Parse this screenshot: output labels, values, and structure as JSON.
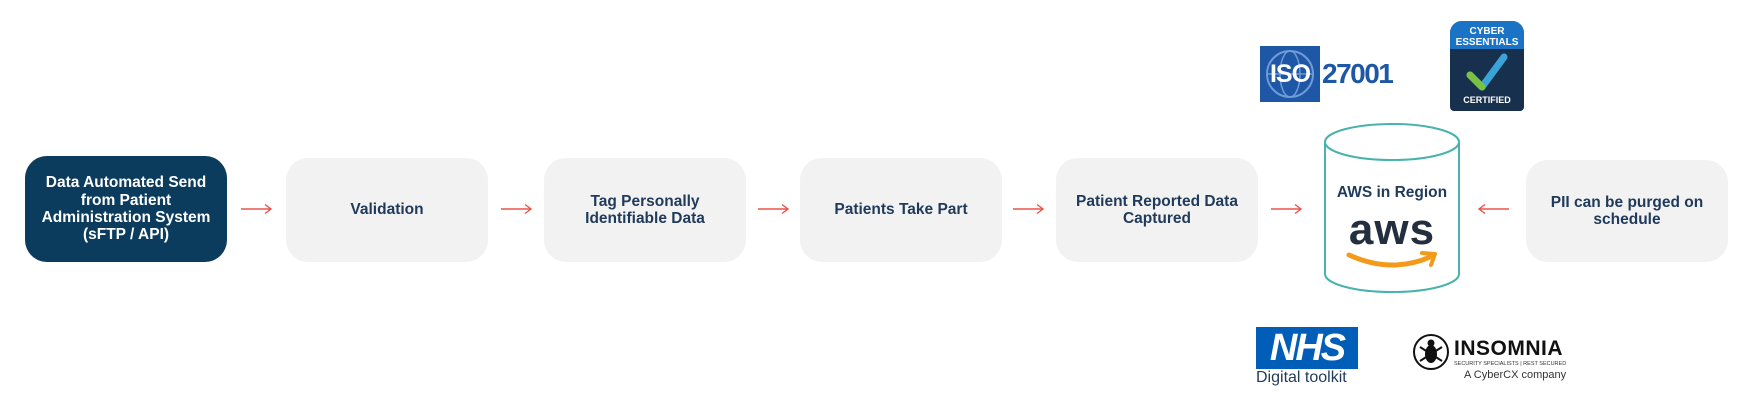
{
  "steps": [
    {
      "label": "Data Automated Send from Patient Administration System (sFTP / API)"
    },
    {
      "label": "Validation"
    },
    {
      "label": "Tag Personally Identifiable Data"
    },
    {
      "label": "Patients Take Part"
    },
    {
      "label": "Patient Reported Data Captured"
    },
    {
      "label": "PII can be purged on schedule"
    }
  ],
  "storage": {
    "label": "AWS in Region",
    "logo_text": "aws"
  },
  "badges": {
    "iso": {
      "box": "ISO",
      "number": "27001"
    },
    "cyber": {
      "top": "CYBER ESSENTIALS",
      "bottom": "CERTIFIED"
    },
    "nhs": {
      "box": "NHS",
      "sub": "Digital toolkit"
    },
    "insomnia": {
      "name": "INSOMNIA",
      "tagline": "SECURITY SPECIALISTS | REST SECURED",
      "sub": "A CyberCX company"
    }
  },
  "colors": {
    "primary": "#0b3c5d",
    "step_bg": "#f2f2f2",
    "arrow": "#e8534a",
    "cylinder": "#48b3ad",
    "aws_orange": "#f29a1a"
  }
}
